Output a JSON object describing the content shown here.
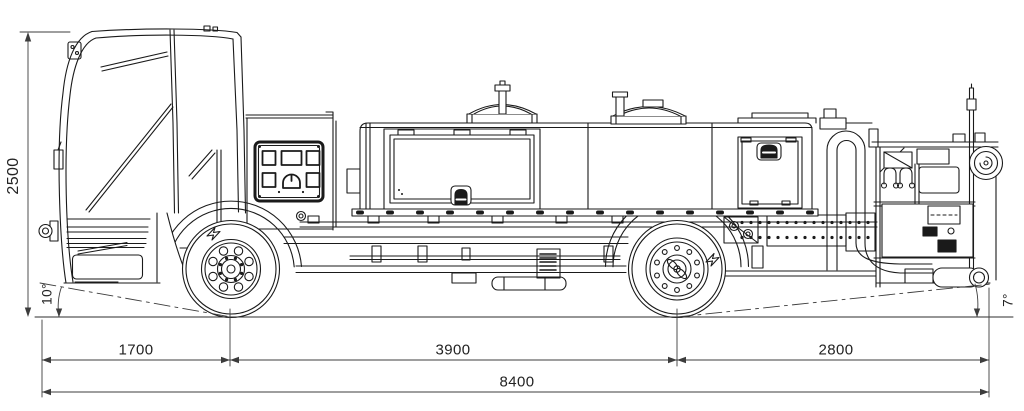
{
  "drawing": {
    "labels": {
      "height": "2500",
      "front_overhang": "1700",
      "wheelbase": "3900",
      "rear_overhang": "2800",
      "overall_length": "8400",
      "approach_angle": "10°",
      "departure_angle": "7°"
    },
    "colors": {
      "line": "#1a1a1a",
      "dimension_line": "#3c3c3c",
      "text": "#232323",
      "background": "#ffffff"
    }
  }
}
